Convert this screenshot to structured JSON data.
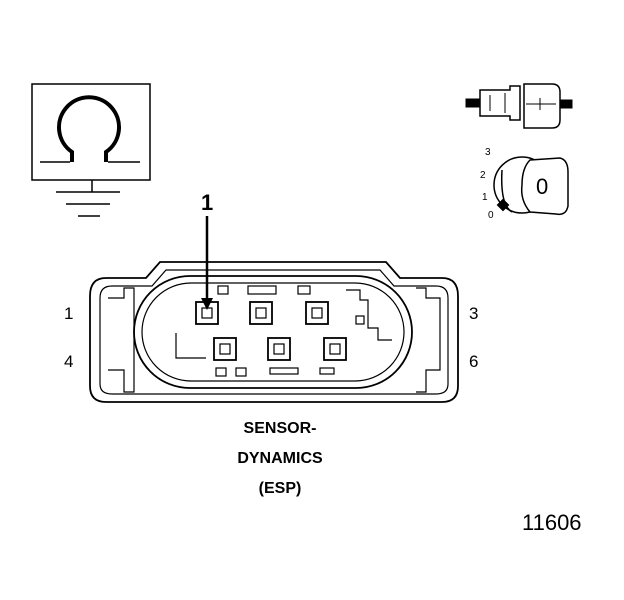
{
  "callout": "1",
  "pin_labels": {
    "p1": "1",
    "p3": "3",
    "p4": "4",
    "p6": "6"
  },
  "caption": {
    "line1": "SENSOR-",
    "line2": "DYNAMICS",
    "line3": "(ESP)"
  },
  "figure_number": "11606",
  "ignition": {
    "positions": [
      "3",
      "2",
      "1",
      "0"
    ],
    "key_label": "0"
  },
  "symbol": "ohm-sensor-symbol"
}
